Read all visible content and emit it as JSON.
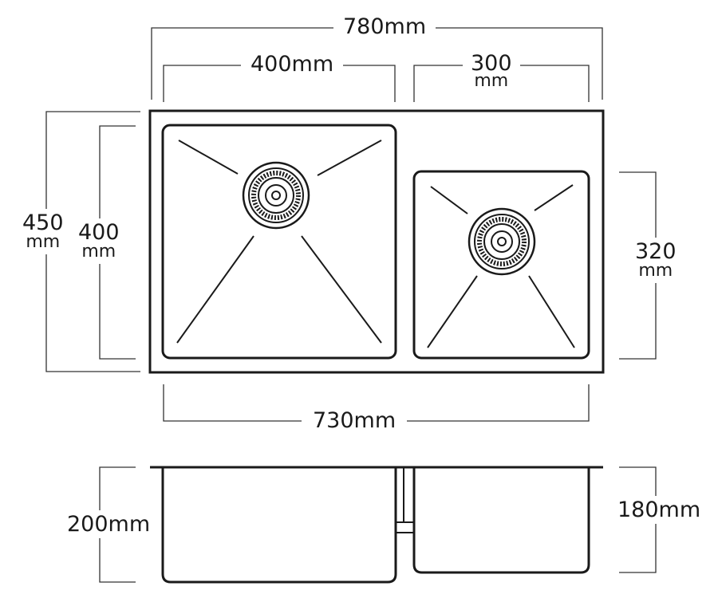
{
  "dimensions": {
    "overall_width": "780mm",
    "large_bowl_width": "400mm",
    "small_bowl_width_value": "300",
    "small_bowl_width_unit": "mm",
    "overall_depth_value": "450",
    "overall_depth_unit": "mm",
    "large_bowl_depth_value": "400",
    "large_bowl_depth_unit": "mm",
    "small_bowl_depth_value": "320",
    "small_bowl_depth_unit": "mm",
    "cutout_width": "730mm",
    "large_bowl_height": "200mm",
    "small_bowl_height": "180mm"
  },
  "colors": {
    "line": "#1a1a1a",
    "background": "#ffffff"
  }
}
